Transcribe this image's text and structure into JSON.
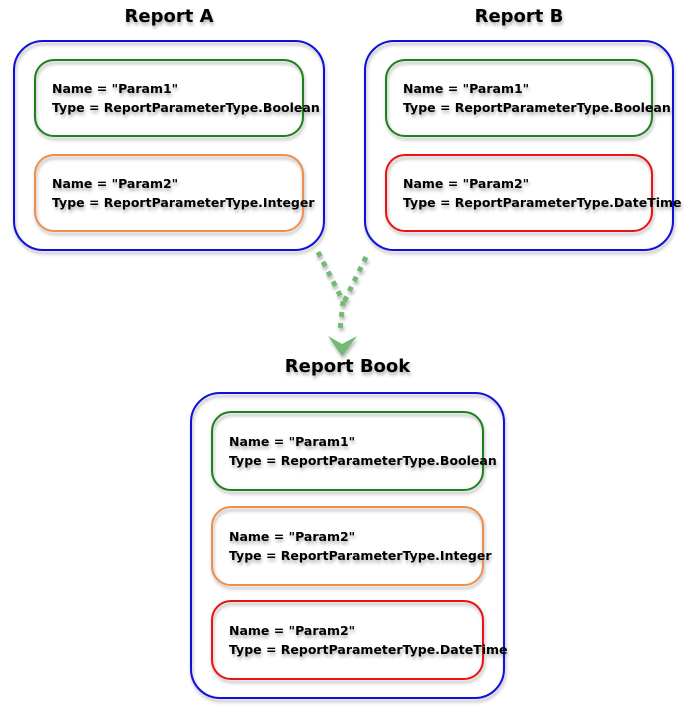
{
  "colors": {
    "outer_border": "#1010dd",
    "param_green": "#1d811d",
    "param_orange": "#ef8f4f",
    "param_red": "#ee1111",
    "arrow_green": "#74b974",
    "text": "#000000"
  },
  "reports": [
    {
      "title": "Report A",
      "params": [
        {
          "color": "param_green",
          "name_line": "Name = \"Param1\"",
          "type_line": "Type = ReportParameterType.Boolean"
        },
        {
          "color": "param_orange",
          "name_line": "Name = \"Param2\"",
          "type_line": "Type = ReportParameterType.Integer"
        }
      ]
    },
    {
      "title": "Report B",
      "params": [
        {
          "color": "param_green",
          "name_line": "Name = \"Param1\"",
          "type_line": "Type = ReportParameterType.Boolean"
        },
        {
          "color": "param_red",
          "name_line": "Name = \"Param2\"",
          "type_line": "Type = ReportParameterType.DateTime"
        }
      ]
    },
    {
      "title": "Report Book",
      "params": [
        {
          "color": "param_green",
          "name_line": "Name = \"Param1\"",
          "type_line": "Type = ReportParameterType.Boolean"
        },
        {
          "color": "param_orange",
          "name_line": "Name = \"Param2\"",
          "type_line": "Type = ReportParameterType.Integer"
        },
        {
          "color": "param_red",
          "name_line": "Name = \"Param2\"",
          "type_line": "Type = ReportParameterType.DateTime"
        }
      ]
    }
  ]
}
